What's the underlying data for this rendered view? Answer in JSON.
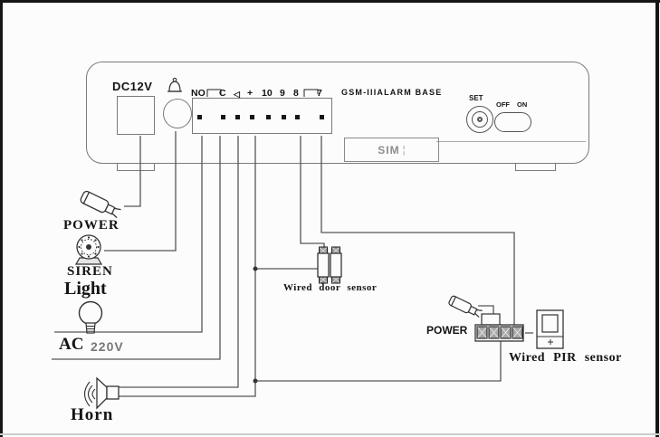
{
  "base_unit": {
    "dc_label": "DC12V",
    "model": "GSM-IIIALARM BASE",
    "set_label": "SET",
    "off_label": "OFF",
    "on_label": "ON",
    "sim_label": "SIM",
    "sim_mark": "¦",
    "terminals": [
      "NO",
      "C",
      "◁",
      "+",
      "10",
      "9",
      "8",
      "7"
    ]
  },
  "peripherals": {
    "power_label": "POWER",
    "siren_label": "SIREN",
    "light_label": "Light",
    "ac_label": "AC",
    "ac_voltage": "220V",
    "horn_label": "Horn",
    "door_sensor_label": "Wired door sensor",
    "pir_power_label": "POWER",
    "pir_sensor_label": "Wired PIR sensor"
  },
  "colors": {
    "wire": "#555555",
    "device_outline": "#7a7a7a",
    "text": "#151515",
    "background": "#fcfcfc"
  }
}
